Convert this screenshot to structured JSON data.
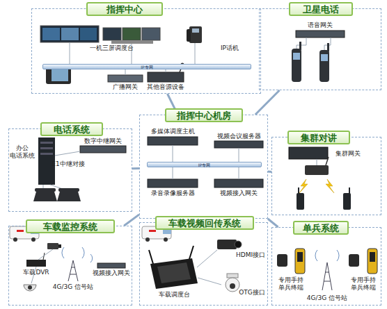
{
  "diagram": {
    "nodes": [
      {
        "text": [
          "指挥中心"
        ]
      },
      {
        "text": [
          "IP专网"
        ],
        "in": 0
      },
      {
        "text": [
          "卫星电话"
        ]
      },
      {
        "text": [
          "指挥中心机房"
        ]
      },
      {
        "text": [
          "IP专网"
        ],
        "in": 3
      },
      {
        "text": [
          "电话系统"
        ]
      },
      {
        "text": [
          "集群对讲"
        ]
      },
      {
        "text": [
          "车载监控系统"
        ]
      },
      {
        "text": [
          "车载视频回传系统"
        ]
      },
      {
        "text": [
          "单兵系统"
        ]
      }
    ],
    "edges": [
      {
        "from": 3,
        "to": 0,
        "arrow": "none"
      },
      {
        "from": 3,
        "to": 2,
        "arrow": "none"
      },
      {
        "from": 3,
        "to": 5,
        "arrow": "none"
      },
      {
        "from": 3,
        "to": 6,
        "arrow": "none"
      },
      {
        "from": 3,
        "to": 7,
        "arrow": "none"
      },
      {
        "from": 3,
        "to": 8,
        "arrow": "none"
      },
      {
        "from": 3,
        "to": 9,
        "arrow": "none"
      }
    ],
    "labels": [
      "一机三屏调度台",
      "IP话机",
      "广播网关",
      "其他音源设备",
      "语音网关",
      "多媒体调度主机",
      "视频会议服务器",
      "录音录像服务器",
      "视频接入网关",
      "办公 电话系统",
      "数字中继网关",
      "E1中继对接",
      "集群网关",
      "车载DVR",
      "4G/3G 信号站",
      "视频接入网关",
      "HDMI接口",
      "车载调度台",
      "OTG接口",
      "专用手持 单兵终端",
      "4G/3G 信号站",
      "专用手持 单兵终端"
    ]
  }
}
